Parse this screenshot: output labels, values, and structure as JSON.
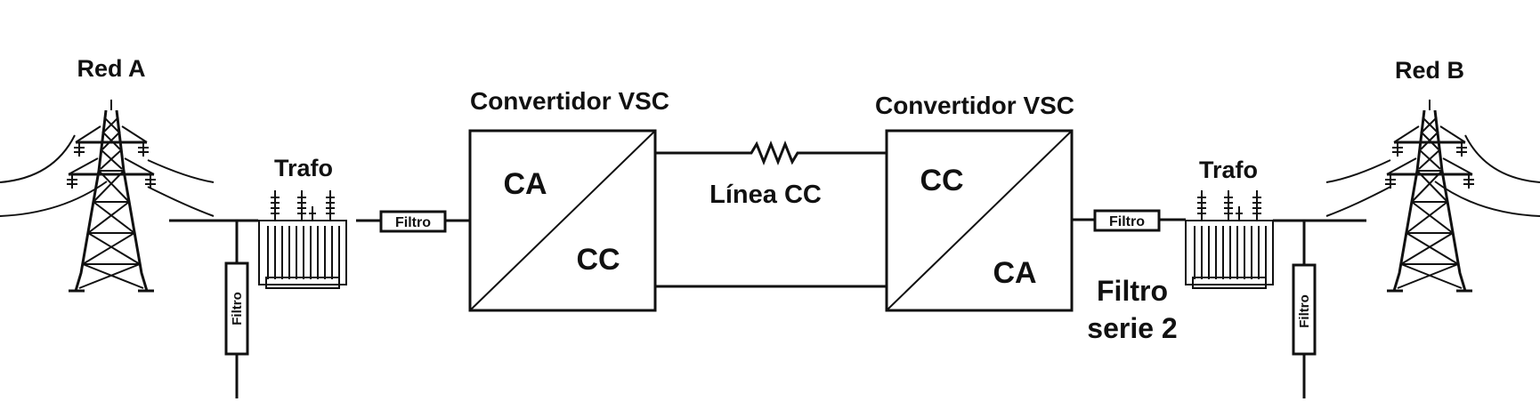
{
  "labels": {
    "grid_a": "Red A",
    "grid_b": "Red B",
    "trafo_left": "Trafo",
    "trafo_right": "Trafo",
    "converter_left": "Convertidor VSC",
    "converter_right": "Convertidor VSC",
    "converter_left_top": "CA",
    "converter_left_bottom": "CC",
    "converter_right_top": "CC",
    "converter_right_bottom": "CA",
    "dc_line": "Línea CC",
    "filter_shunt_left": "Filtro",
    "filter_series_left": "Filtro",
    "filter_series_right": "Filtro",
    "filter_shunt_right": "Filtro",
    "filter_series_2_line1": "Filtro",
    "filter_series_2_line2": "serie 2"
  },
  "icons": {
    "tower": "transmission-tower-icon",
    "transformer": "transformer-icon",
    "resistor": "resistor-icon"
  },
  "colors": {
    "line": "#111111",
    "background": "#ffffff"
  }
}
